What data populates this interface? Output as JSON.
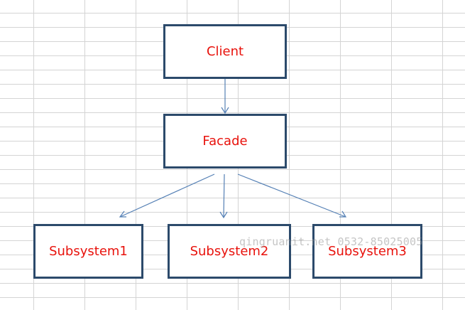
{
  "diagram": {
    "nodes": {
      "client": "Client",
      "facade": "Facade",
      "subsystem1": "Subsystem1",
      "subsystem2": "Subsystem2",
      "subsystem3": "Subsystem3"
    },
    "edges": [
      {
        "from": "client",
        "to": "facade"
      },
      {
        "from": "facade",
        "to": "subsystem1"
      },
      {
        "from": "facade",
        "to": "subsystem2"
      },
      {
        "from": "facade",
        "to": "subsystem3"
      }
    ],
    "colors": {
      "node_border": "#2c4a6b",
      "node_text": "#e8120c",
      "edge": "#5580b5",
      "grid": "#d4d4d4"
    }
  },
  "watermark": "qingruanit.net 0532-85025005"
}
